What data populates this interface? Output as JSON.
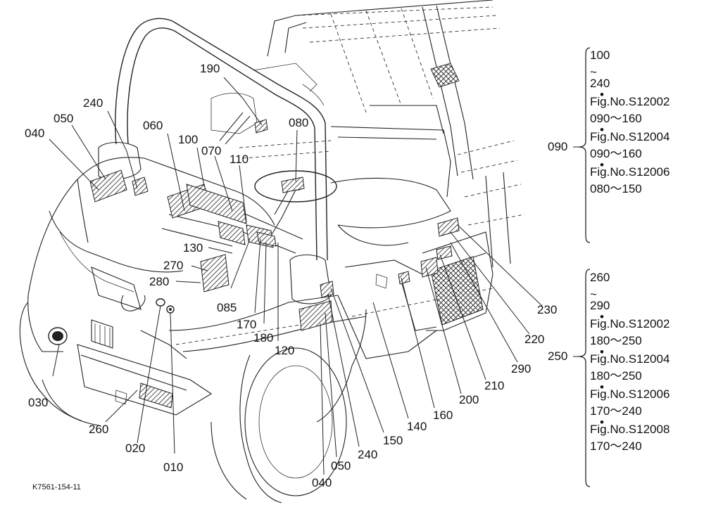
{
  "diagram_code": "K7561-154-11",
  "callouts": [
    {
      "id": "c190",
      "text": "190"
    },
    {
      "id": "c240a",
      "text": "240"
    },
    {
      "id": "c050a",
      "text": "050"
    },
    {
      "id": "c040a",
      "text": "040"
    },
    {
      "id": "c060",
      "text": "060"
    },
    {
      "id": "c100",
      "text": "100"
    },
    {
      "id": "c070",
      "text": "070"
    },
    {
      "id": "c110",
      "text": "110"
    },
    {
      "id": "c080",
      "text": "080"
    },
    {
      "id": "c130",
      "text": "130"
    },
    {
      "id": "c270",
      "text": "270"
    },
    {
      "id": "c280",
      "text": "280"
    },
    {
      "id": "c085",
      "text": "085"
    },
    {
      "id": "c170",
      "text": "170"
    },
    {
      "id": "c180",
      "text": "180"
    },
    {
      "id": "c120",
      "text": "120"
    },
    {
      "id": "c030",
      "text": "030"
    },
    {
      "id": "c260",
      "text": "260"
    },
    {
      "id": "c020",
      "text": "020"
    },
    {
      "id": "c010",
      "text": "010"
    },
    {
      "id": "c040b",
      "text": "040"
    },
    {
      "id": "c050b",
      "text": "050"
    },
    {
      "id": "c240b",
      "text": "240"
    },
    {
      "id": "c150",
      "text": "150"
    },
    {
      "id": "c140",
      "text": "140"
    },
    {
      "id": "c160",
      "text": "160"
    },
    {
      "id": "c200",
      "text": "200"
    },
    {
      "id": "c210",
      "text": "210"
    },
    {
      "id": "c290",
      "text": "290"
    },
    {
      "id": "c220",
      "text": "220"
    },
    {
      "id": "c230",
      "text": "230"
    }
  ],
  "legend_groups": [
    {
      "label": "090",
      "lines": [
        "100",
        "~",
        "240",
        "•",
        "Fig.No.S12002",
        "090～160",
        "•",
        "Fig.No.S12004",
        "090～160",
        "•",
        "Fig.No.S12006",
        "080～150"
      ]
    },
    {
      "label": "250",
      "lines": [
        "260",
        "~",
        "290",
        "•",
        "Fig.No.S12002",
        "180～250",
        "•",
        "Fig.No.S12004",
        "180～250",
        "•",
        "Fig.No.S12006",
        "170～240",
        "•",
        "Fig.No.S12008",
        "170～240"
      ]
    }
  ]
}
